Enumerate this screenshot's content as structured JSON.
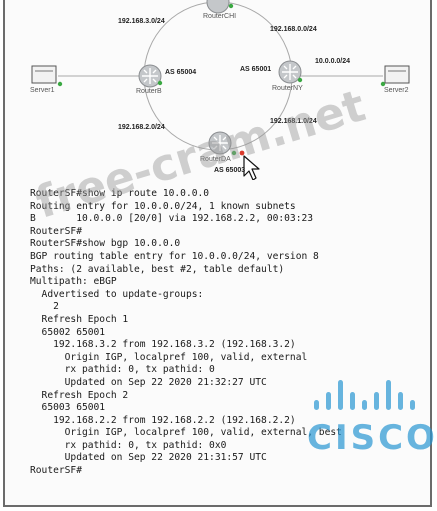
{
  "topology": {
    "subnets": {
      "top_left": "192.168.3.0/24",
      "top_right": "192.168.0.0/24",
      "right": "10.0.0.0/24",
      "bottom_left": "192.168.2.0/24",
      "bottom_right": "192.168.1.0/24"
    },
    "as_labels": {
      "left": "AS 65004",
      "right": "AS 65001",
      "bottom": "AS 65003"
    },
    "devices": {
      "top_router": "RouterCHI",
      "left_router": "RouterB",
      "right_router": "RouterNY",
      "bottom_router": "RouterDA",
      "server_left": "Server1",
      "server_right": "Server2"
    },
    "colors": {
      "link": "#9a9a9a",
      "router": "#bfc3c6",
      "status_green": "#3aa842",
      "status_red": "#d93a2b"
    }
  },
  "cli": {
    "lines": [
      "RouterSF#show ip route 10.0.0.0",
      "Routing entry for 10.0.0.0/24, 1 known subnets",
      "B       10.0.0.0 [20/0] via 192.168.2.2, 00:03:23",
      "RouterSF#",
      "RouterSF#show bgp 10.0.0.0",
      "BGP routing table entry for 10.0.0.0/24, version 8",
      "Paths: (2 available, best #2, table default)",
      "Multipath: eBGP",
      "  Advertised to update-groups:",
      "    2",
      "  Refresh Epoch 1",
      "  65002 65001",
      "    192.168.3.2 from 192.168.3.2 (192.168.3.2)",
      "      Origin IGP, localpref 100, valid, external",
      "      rx pathid: 0, tx pathid: 0",
      "      Updated on Sep 22 2020 21:32:27 UTC",
      "  Refresh Epoch 2",
      "  65003 65001",
      "    192.168.2.2 from 192.168.2.2 (192.168.2.2)",
      "      Origin IGP, localpref 100, valid, external, best",
      "      rx pathid: 0, tx pathid: 0x0",
      "      Updated on Sep 22 2020 21:31:57 UTC",
      "RouterSF#"
    ]
  },
  "watermark": "free-cram.net",
  "logo": {
    "text": "CISCO",
    "color": "#2896d2"
  }
}
